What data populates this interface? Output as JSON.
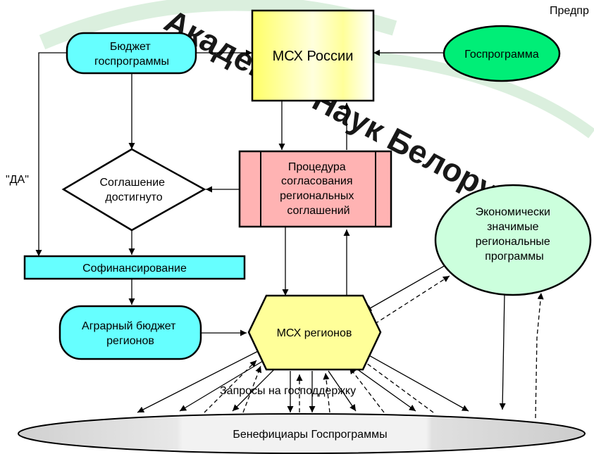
{
  "diagram": {
    "top_right_fragment": "Предпр",
    "watermark": "Академия Наук Белорусск",
    "nodes": {
      "budget": [
        "Бюджет",
        "госпрограммы"
      ],
      "msh_russia": "МСХ России",
      "gosprogram": "Госпрограмма",
      "agreement": [
        "Соглашение",
        "достигнуто"
      ],
      "procedure": [
        "Процедура",
        "согласования",
        "региональных",
        "соглашений"
      ],
      "econ_programs": [
        "Экономически",
        "значимые",
        "региональные",
        "программы"
      ],
      "cofinancing": "Софинансирование",
      "agrarian_budget": [
        "Аграрный бюджет",
        "регионов"
      ],
      "msh_regions": "МСХ регионов",
      "beneficiaries": "Бенефициары Госпрограммы"
    },
    "edge_labels": {
      "yes": "\"ДА\"",
      "requests": "Запросы на господдержку"
    }
  },
  "colors": {
    "budget_fill": "#66ffff",
    "msh_russia_fill": "#ffffb0",
    "gosprogram_fill": "#00ee77",
    "procedure_fill": "#ffb3b3",
    "econ_fill": "#ccffdd",
    "cofinancing_fill": "#66ffff",
    "msh_regions_fill": "#ffff99",
    "beneficiaries_fill": "#d8d8d8",
    "watermark": "#c8e8cc"
  }
}
